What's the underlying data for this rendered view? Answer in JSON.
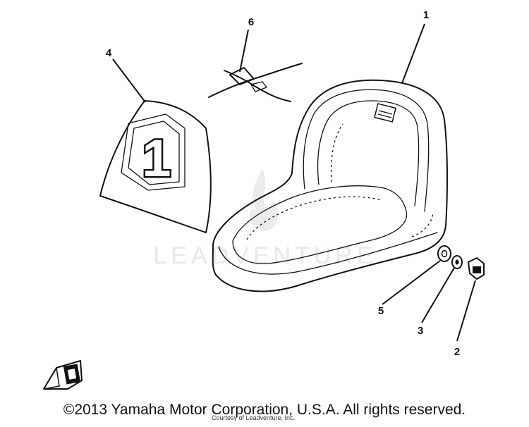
{
  "diagram": {
    "callouts": [
      {
        "id": "1",
        "label": "1"
      },
      {
        "id": "2",
        "label": "2"
      },
      {
        "id": "3",
        "label": "3"
      },
      {
        "id": "4",
        "label": "4"
      },
      {
        "id": "5",
        "label": "5"
      },
      {
        "id": "6",
        "label": "6"
      }
    ],
    "emblem_number": "1",
    "watermark": "LEADVENTURE"
  },
  "footer": {
    "copyright": "©2013 Yamaha Motor Corporation, U.S.A. All rights reserved.",
    "small_caption": "Courtesy of Leadventure, Inc."
  },
  "colors": {
    "ink": "#111111",
    "background": "#ffffff",
    "watermark": "#e8e8e8"
  }
}
